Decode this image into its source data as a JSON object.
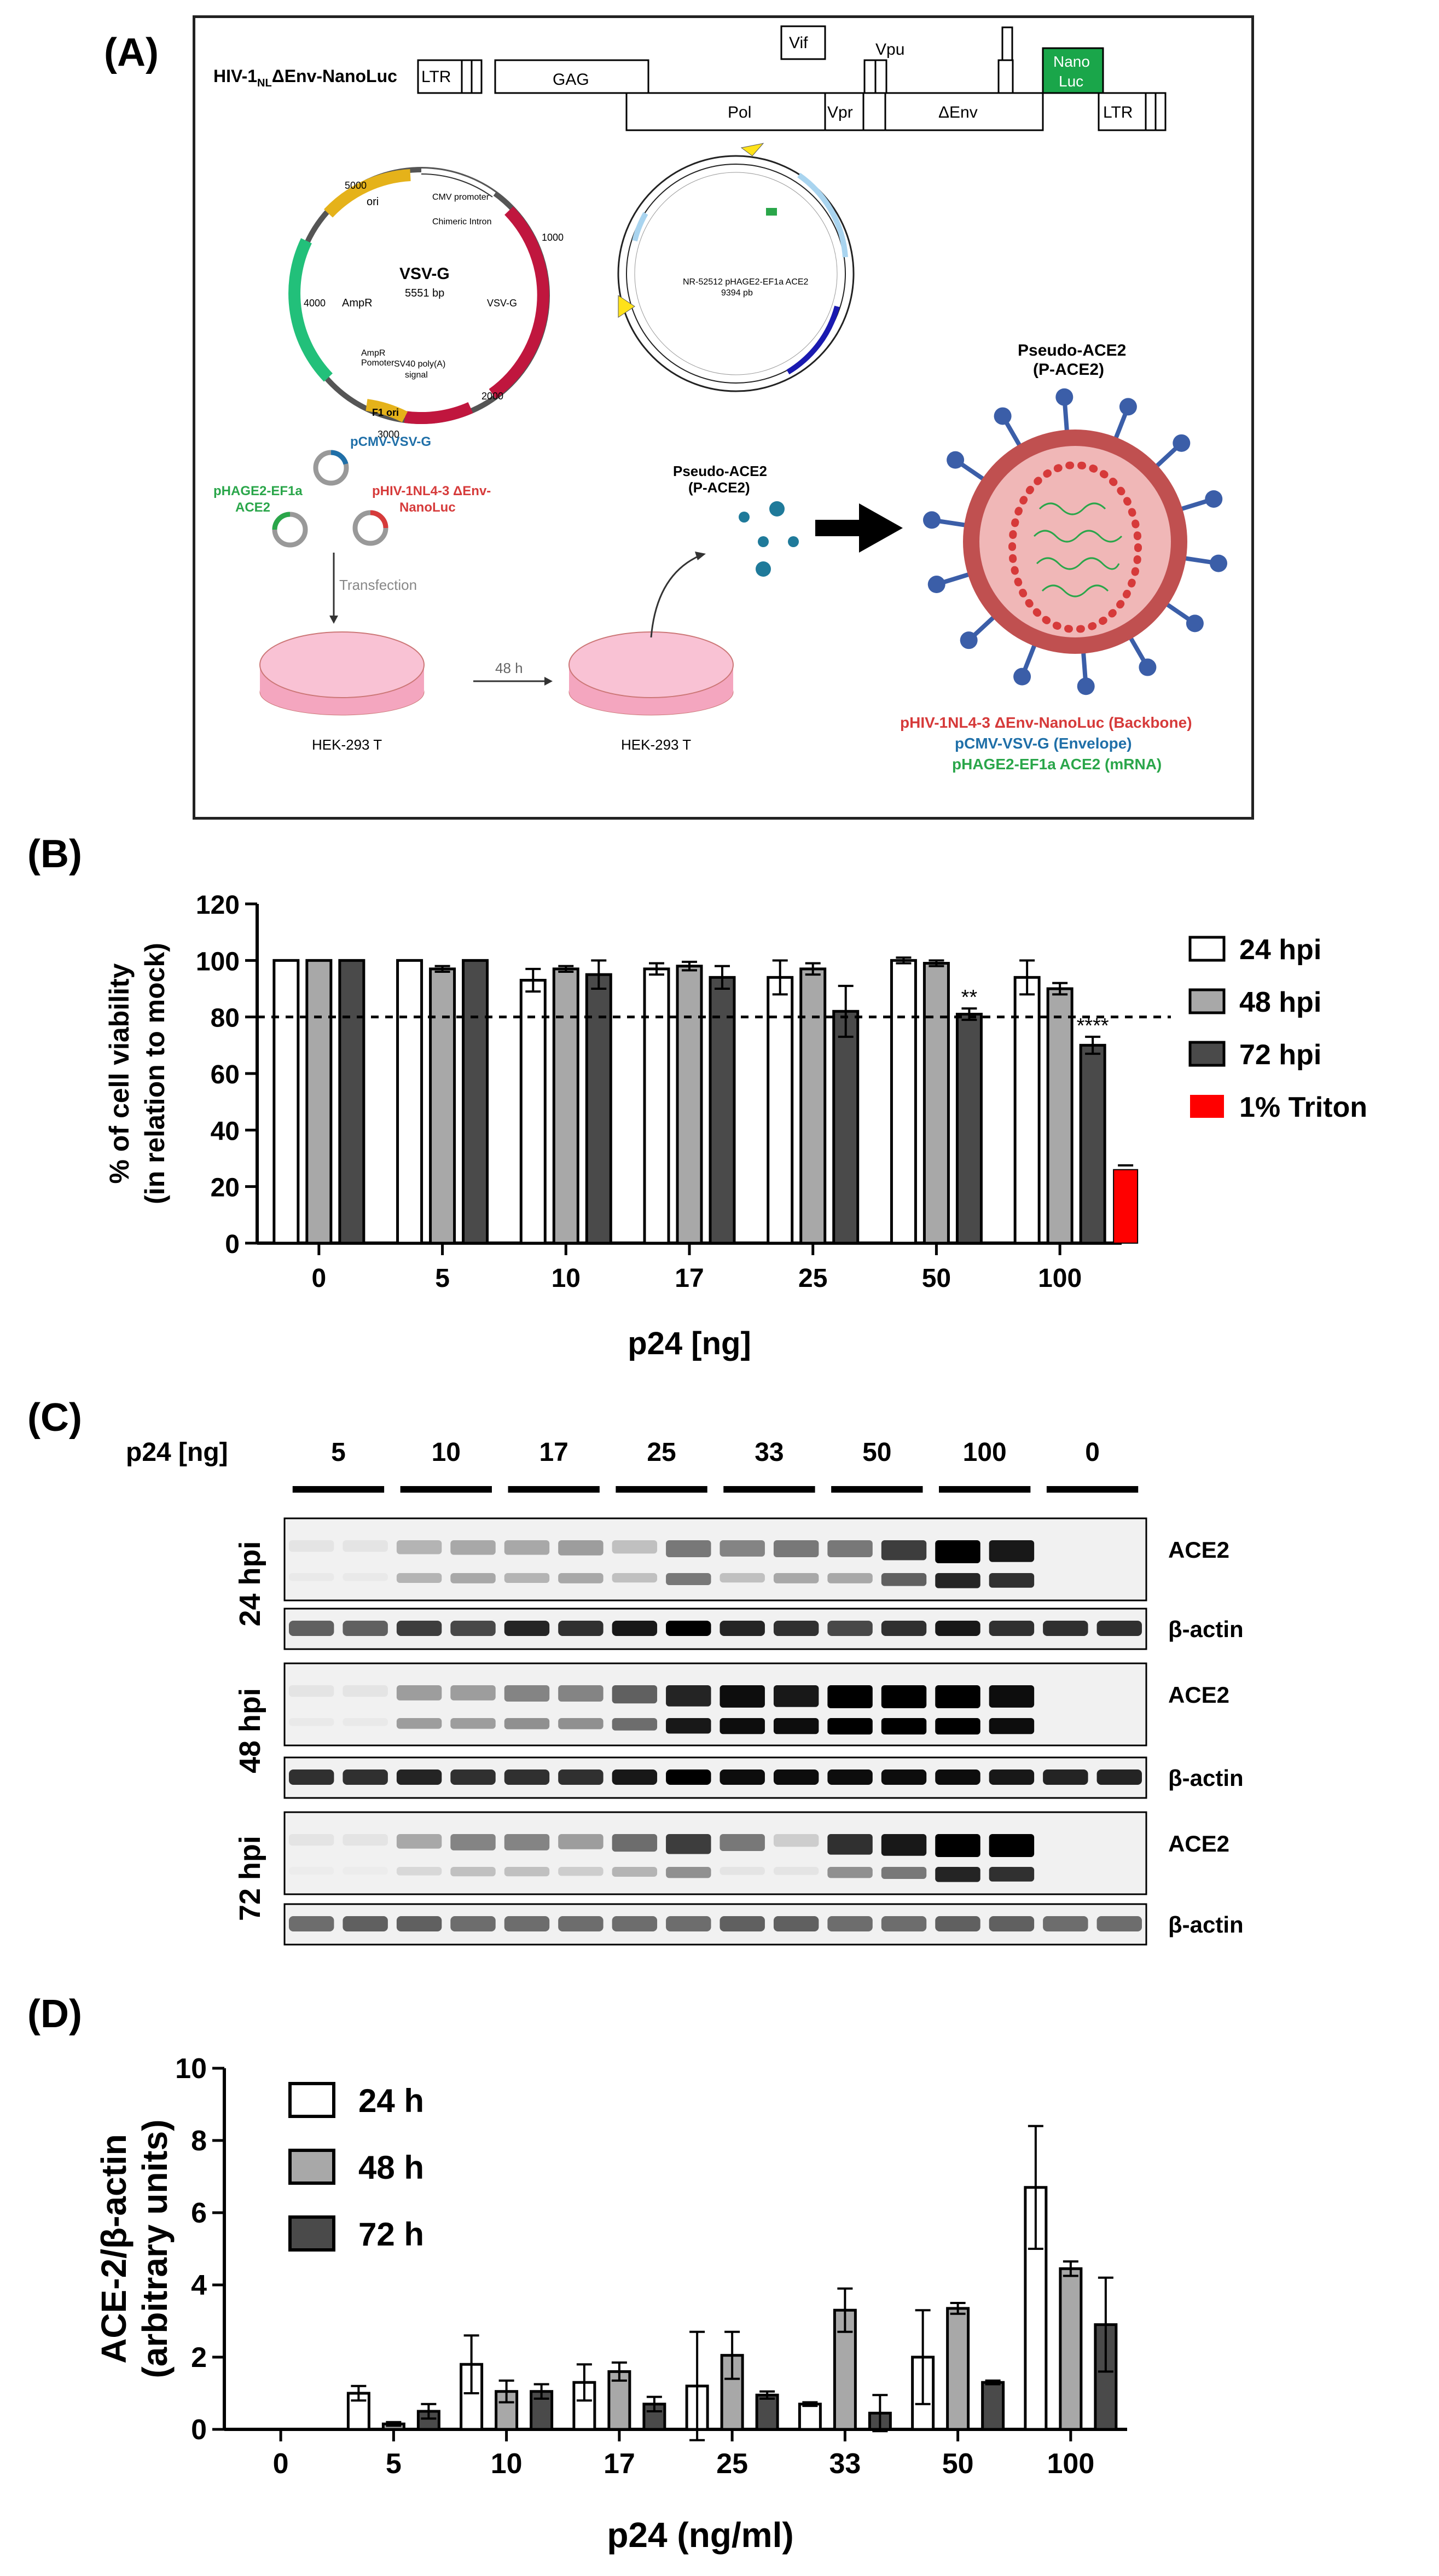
{
  "panels": {
    "A": "(A)",
    "B": "(B)",
    "C": "(C)",
    "D": "(D)"
  },
  "panelA": {
    "construct_prefix": "HIV-1",
    "construct_sub": "NL",
    "construct_suffix": "ΔEnv-NanoLuc",
    "genes": {
      "ltr5": "LTR",
      "gag": "GAG",
      "pol": "Pol",
      "vif": "Vif",
      "vpu": "Vpu",
      "vpr": "Vpr",
      "env": "ΔEnv",
      "nanoluc_1": "Nano",
      "nanoluc_2": "Luc",
      "ltr3": "LTR"
    },
    "plasmid1": {
      "title": "VSV-G",
      "size": "5551 bp",
      "labels": [
        "CMV promoter",
        "Chimeric Intron",
        "VSV-G",
        "SV40 poly(A)",
        "signal",
        "F1 ori",
        "AmpR",
        "AmpR",
        "Pomoter",
        "ori"
      ],
      "ticks": [
        "1000",
        "2000",
        "3000",
        "4000",
        "5000"
      ]
    },
    "plasmid2": {
      "title": "NR-52512 pHAGE2-EF1a ACE2",
      "size": "9394 pb"
    },
    "transfection": {
      "p_vsvg": "pCMV-VSV-G",
      "p_ace2_1": "pHAGE2-EF1a",
      "p_ace2_2": "ACE2",
      "p_hiv_1": "pHIV-1NL4-3 ΔEnv-",
      "p_hiv_2": "NanoLuc",
      "step": "Transfection",
      "cells1": "HEK-293 T",
      "time": "48 h",
      "cells2": "HEK-293 T",
      "pseudo_small_1": "Pseudo-ACE2",
      "pseudo_small_2": "(P-ACE2)"
    },
    "virion": {
      "title1": "Pseudo-ACE2",
      "title2": "(P-ACE2)",
      "legend_backbone": "pHIV-1NL4-3 ΔEnv-NanoLuc (Backbone)",
      "legend_envelope": "pCMV-VSV-G (Envelope)",
      "legend_mrna": "pHAGE2-EF1a ACE2 (mRNA)"
    }
  },
  "colors": {
    "h24": "#ffffff",
    "h48": "#a8a8a8",
    "h72": "#4a4a4a",
    "triton": "#ff0000",
    "backbone": "#d63a3a",
    "envelope": "#1f6fa8",
    "mrna": "#2aa64a",
    "nanoluc": "#1aa64a"
  },
  "chart_data": [
    {
      "type": "bar",
      "panel": "B",
      "categories": [
        "0",
        "5",
        "10",
        "17",
        "25",
        "50",
        "100"
      ],
      "series": [
        {
          "name": "24 hpi",
          "values": [
            100,
            100,
            93,
            97,
            94,
            100,
            94
          ],
          "errors": [
            0,
            0,
            4,
            2,
            6,
            1,
            6
          ]
        },
        {
          "name": "48 hpi",
          "values": [
            100,
            97,
            97,
            98,
            97,
            99,
            90
          ],
          "errors": [
            0,
            1,
            1,
            1.5,
            2,
            1,
            2
          ]
        },
        {
          "name": "72 hpi",
          "values": [
            100,
            100,
            95,
            94,
            82,
            81,
            70
          ],
          "errors": [
            0,
            0,
            5,
            4,
            9,
            2,
            3
          ]
        }
      ],
      "extra": {
        "name": "1% Triton",
        "category": "100",
        "value": 26,
        "error": 1.5
      },
      "significance": [
        {
          "category": "50",
          "text": "**"
        },
        {
          "category": "100",
          "text": "****"
        }
      ],
      "reference_line": 80,
      "ylim": [
        0,
        120
      ],
      "yticks": [
        "0",
        "20",
        "40",
        "60",
        "80",
        "100",
        "120"
      ],
      "ylabel_line1": "% of cell viability",
      "ylabel_line2": "(in relation to mock)",
      "xlabel": "p24 [ng]",
      "legend_position": "right"
    },
    {
      "type": "bar",
      "panel": "D",
      "categories": [
        "0",
        "5",
        "10",
        "17",
        "25",
        "33",
        "50",
        "100"
      ],
      "series": [
        {
          "name": "24 h",
          "values": [
            0,
            1.0,
            1.8,
            1.3,
            1.2,
            0.7,
            2.0,
            6.7
          ],
          "errors": [
            0,
            0.2,
            0.8,
            0.5,
            1.5,
            0.05,
            1.3,
            1.7
          ]
        },
        {
          "name": "48 h",
          "values": [
            0,
            0.15,
            1.05,
            1.6,
            2.05,
            3.3,
            3.35,
            4.45
          ],
          "errors": [
            0,
            0.05,
            0.3,
            0.25,
            0.65,
            0.6,
            0.15,
            0.2
          ]
        },
        {
          "name": "72 h",
          "values": [
            0,
            0.5,
            1.05,
            0.7,
            0.95,
            0.45,
            1.3,
            2.9
          ],
          "errors": [
            0,
            0.2,
            0.2,
            0.2,
            0.1,
            0.5,
            0.05,
            1.3
          ]
        }
      ],
      "ylim": [
        0,
        10
      ],
      "yticks": [
        "0",
        "2",
        "4",
        "6",
        "8",
        "10"
      ],
      "ylabel_line1": "ACE-2/β-actin",
      "ylabel_line2": "(arbitrary units)",
      "xlabel": "p24 (ng/ml)",
      "legend_position": "top-left"
    }
  ],
  "panelC": {
    "p24_label": "p24 [ng]",
    "doses": [
      "5",
      "10",
      "17",
      "25",
      "33",
      "50",
      "100",
      "0"
    ],
    "blots": [
      {
        "time": "24 hpi",
        "target": "ACE2",
        "loading": "β-actin",
        "ace2_upper": [
          0.05,
          0.05,
          0.25,
          0.3,
          0.3,
          0.35,
          0.2,
          0.5,
          0.45,
          0.5,
          0.5,
          0.75,
          1,
          0.9,
          0,
          0
        ],
        "ace2_lower": [
          0.03,
          0.03,
          0.25,
          0.3,
          0.25,
          0.3,
          0.2,
          0.5,
          0.2,
          0.3,
          0.3,
          0.6,
          0.85,
          0.8,
          0,
          0
        ],
        "actin": [
          0.6,
          0.6,
          0.75,
          0.7,
          0.85,
          0.8,
          0.9,
          1,
          0.85,
          0.8,
          0.7,
          0.8,
          0.9,
          0.8,
          0.8,
          0.8
        ]
      },
      {
        "time": "48 hpi",
        "target": "ACE2",
        "loading": "β-actin",
        "ace2_upper": [
          0.05,
          0.05,
          0.35,
          0.35,
          0.45,
          0.45,
          0.6,
          0.85,
          0.95,
          0.9,
          1,
          1,
          1,
          0.95,
          0,
          0
        ],
        "ace2_lower": [
          0.03,
          0.03,
          0.35,
          0.35,
          0.4,
          0.4,
          0.55,
          0.9,
          0.95,
          0.95,
          1,
          1,
          1,
          0.95,
          0,
          0
        ],
        "actin": [
          0.8,
          0.8,
          0.85,
          0.8,
          0.8,
          0.8,
          0.9,
          1,
          0.95,
          0.95,
          0.95,
          0.95,
          0.95,
          0.9,
          0.85,
          0.85
        ]
      },
      {
        "time": "72 hpi",
        "target": "ACE2",
        "loading": "β-actin",
        "ace2_upper": [
          0.05,
          0.05,
          0.3,
          0.45,
          0.45,
          0.35,
          0.55,
          0.75,
          0.5,
          0.15,
          0.8,
          0.9,
          1,
          1,
          0,
          0
        ],
        "ace2_lower": [
          0.02,
          0.02,
          0.1,
          0.2,
          0.2,
          0.15,
          0.25,
          0.4,
          0.05,
          0.05,
          0.4,
          0.5,
          0.85,
          0.8,
          0,
          0
        ],
        "actin": [
          0.55,
          0.6,
          0.6,
          0.55,
          0.55,
          0.55,
          0.55,
          0.55,
          0.6,
          0.6,
          0.55,
          0.55,
          0.6,
          0.6,
          0.55,
          0.55
        ]
      }
    ]
  }
}
